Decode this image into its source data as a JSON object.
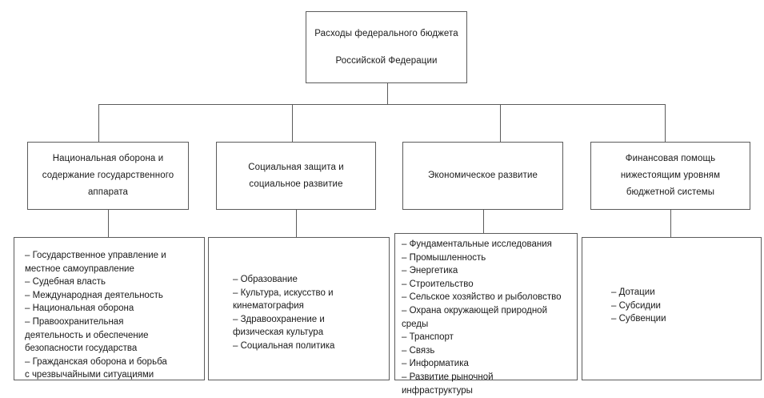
{
  "diagram": {
    "type": "organizational-tree",
    "title_node": {
      "lines": [
        "Расходы федерального бюджета",
        "Российской Федерации"
      ]
    },
    "level2": [
      {
        "id": "national-defense",
        "lines": [
          "Национальная оборона и",
          "содержание государственного",
          "аппарата"
        ]
      },
      {
        "id": "social-protection",
        "lines": [
          "Социальная защита и",
          "социальное развитие"
        ]
      },
      {
        "id": "economic-development",
        "lines": [
          "Экономическое развитие"
        ]
      },
      {
        "id": "financial-aid",
        "lines": [
          "Финансовая помощь",
          "нижестоящим уровням",
          "бюджетной системы"
        ]
      }
    ],
    "level3": [
      {
        "id": "national-defense-items",
        "items": [
          "– Государственное управление и\nместное самоуправление",
          "– Судебная власть",
          "– Международная деятельность",
          "– Национальная оборона",
          "– Правоохранительная\nдеятельность и обеспечение\nбезопасности государства",
          "– Гражданская оборона и борьба\nс чрезвычайными ситуациями"
        ]
      },
      {
        "id": "social-protection-items",
        "items": [
          "– Образование",
          "– Культура, искусство и\nкинематография",
          "– Здравоохранение и\nфизическая культура",
          "– Социальная политика"
        ]
      },
      {
        "id": "economic-development-items",
        "items": [
          "– Фундаментальные исследования",
          "– Промышленность",
          "– Энергетика",
          "– Строительство",
          "– Сельское хозяйство и рыболовство",
          "– Охрана окружающей природной\nсреды",
          "– Транспорт",
          "– Связь",
          "– Информатика",
          "– Развитие рыночной\nинфраструктуры"
        ]
      },
      {
        "id": "financial-aid-items",
        "items": [
          "– Дотации",
          "– Субсидии",
          "– Субвенции"
        ]
      }
    ],
    "colors": {
      "border": "#5b5b5b",
      "text": "#1a1a1a",
      "background": "#ffffff"
    }
  }
}
